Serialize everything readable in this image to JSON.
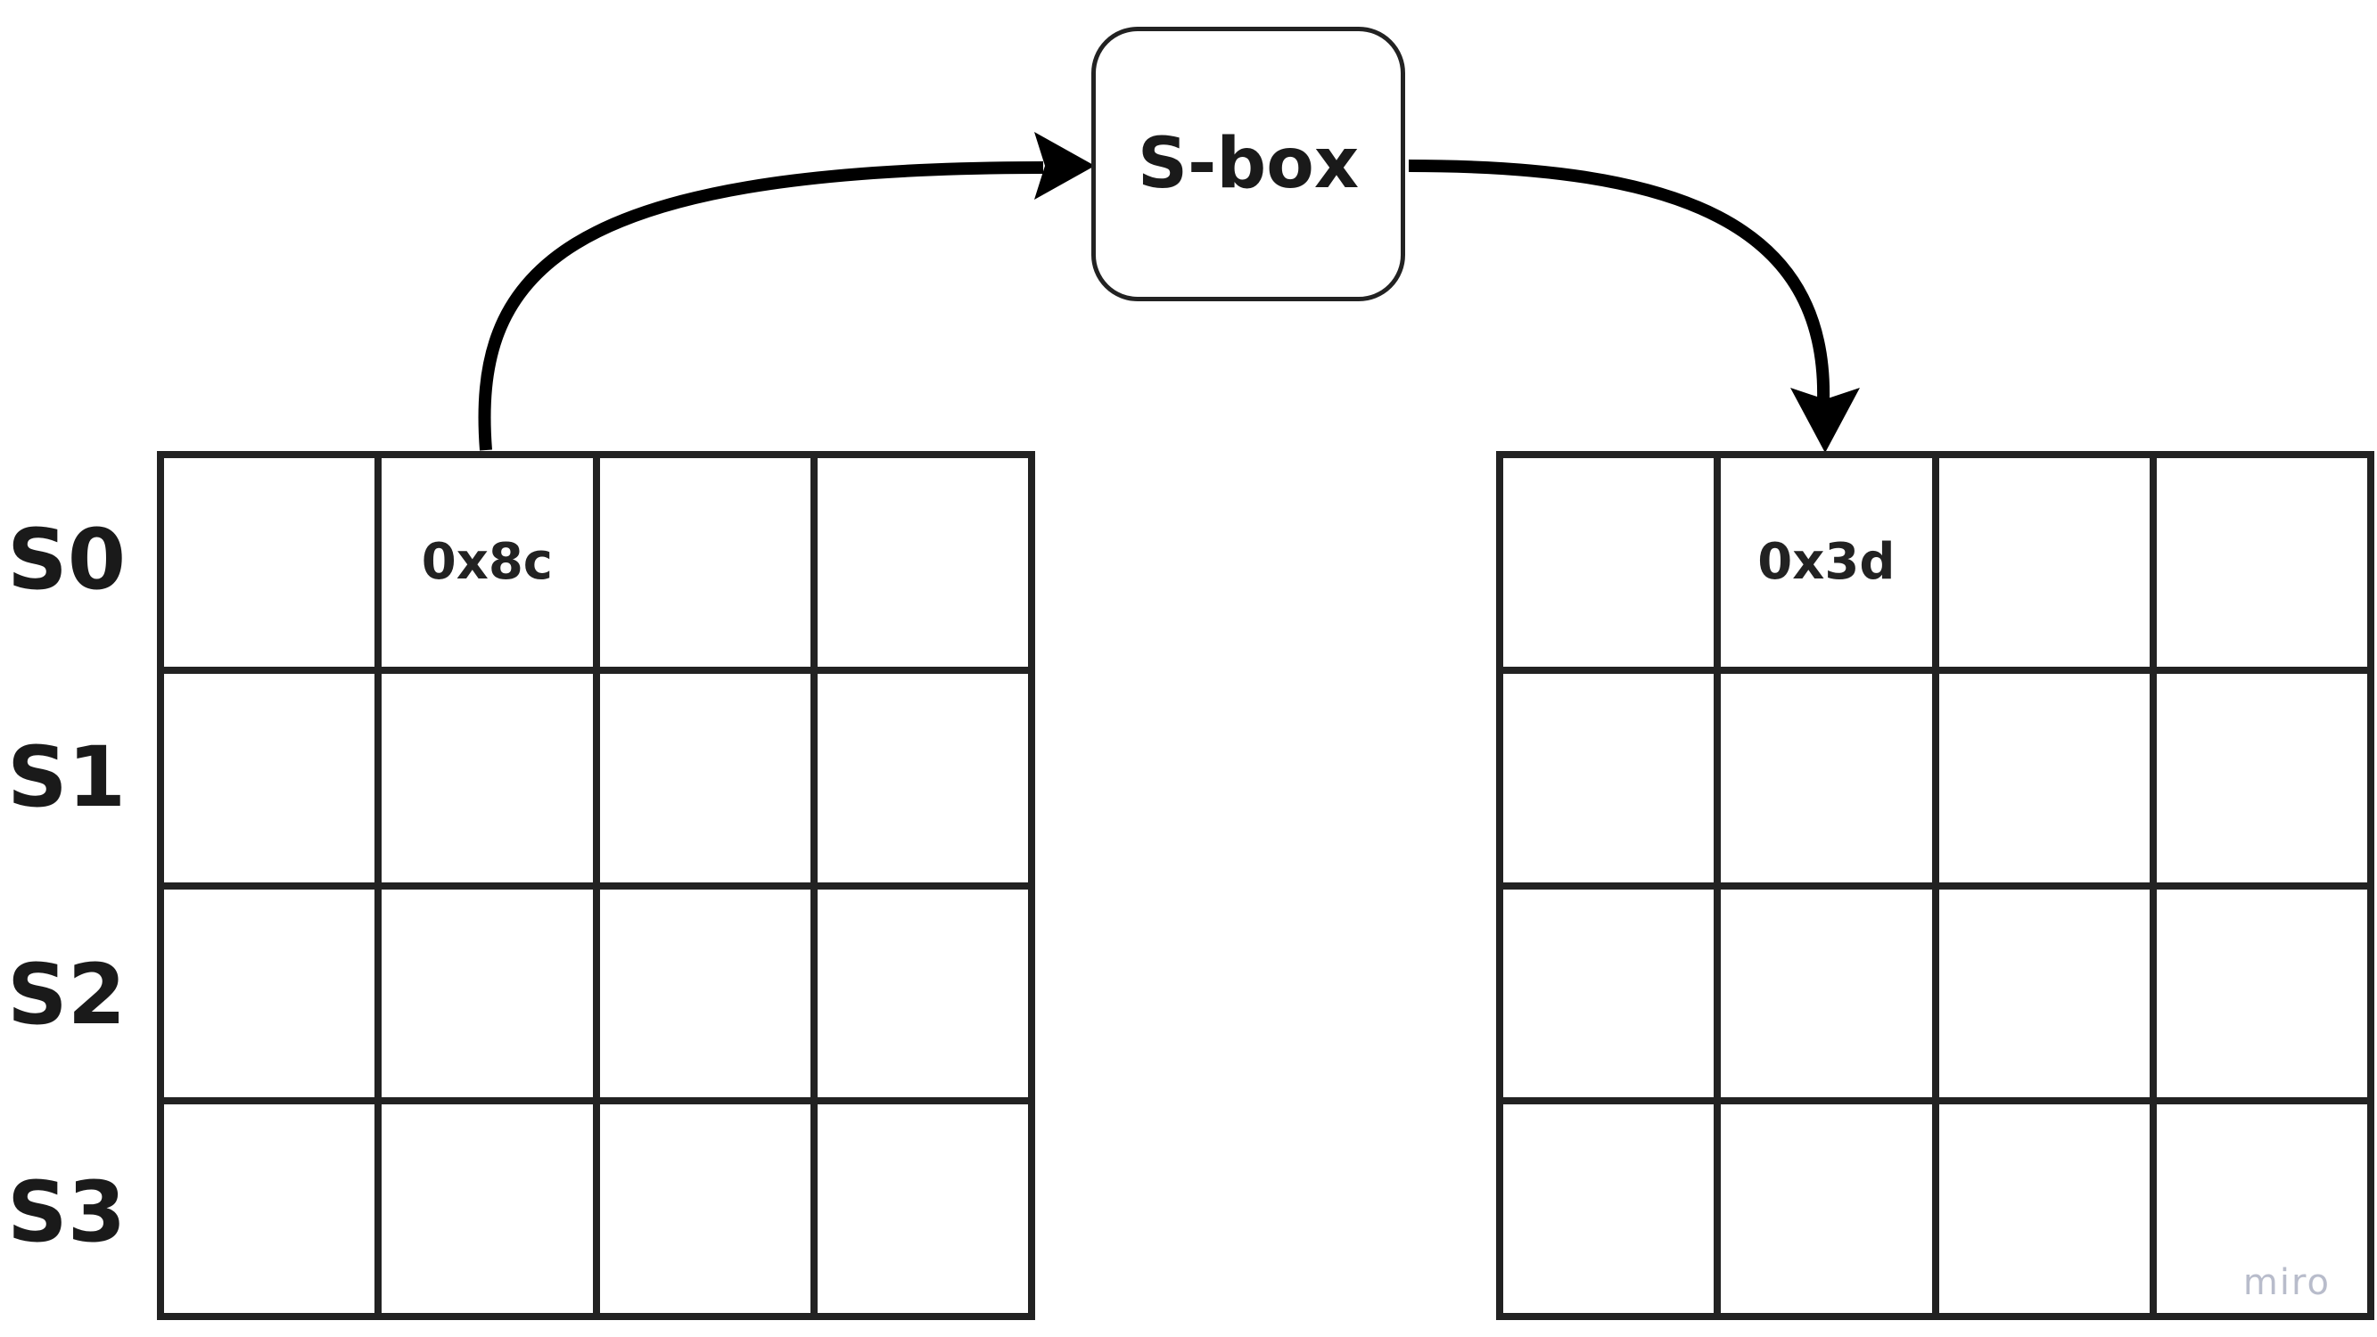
{
  "row_labels": [
    "S0",
    "S1",
    "S2",
    "S3"
  ],
  "input_state": {
    "cells": [
      [
        "",
        "0x8c",
        "",
        ""
      ],
      [
        "",
        "",
        "",
        ""
      ],
      [
        "",
        "",
        "",
        ""
      ],
      [
        "",
        "",
        "",
        ""
      ]
    ]
  },
  "sbox": {
    "label": "S-box"
  },
  "output_state": {
    "cells": [
      [
        "",
        "0x3d",
        "",
        ""
      ],
      [
        "",
        "",
        "",
        ""
      ],
      [
        "",
        "",
        "",
        ""
      ],
      [
        "",
        "",
        "",
        ""
      ]
    ]
  },
  "watermark": "miro"
}
